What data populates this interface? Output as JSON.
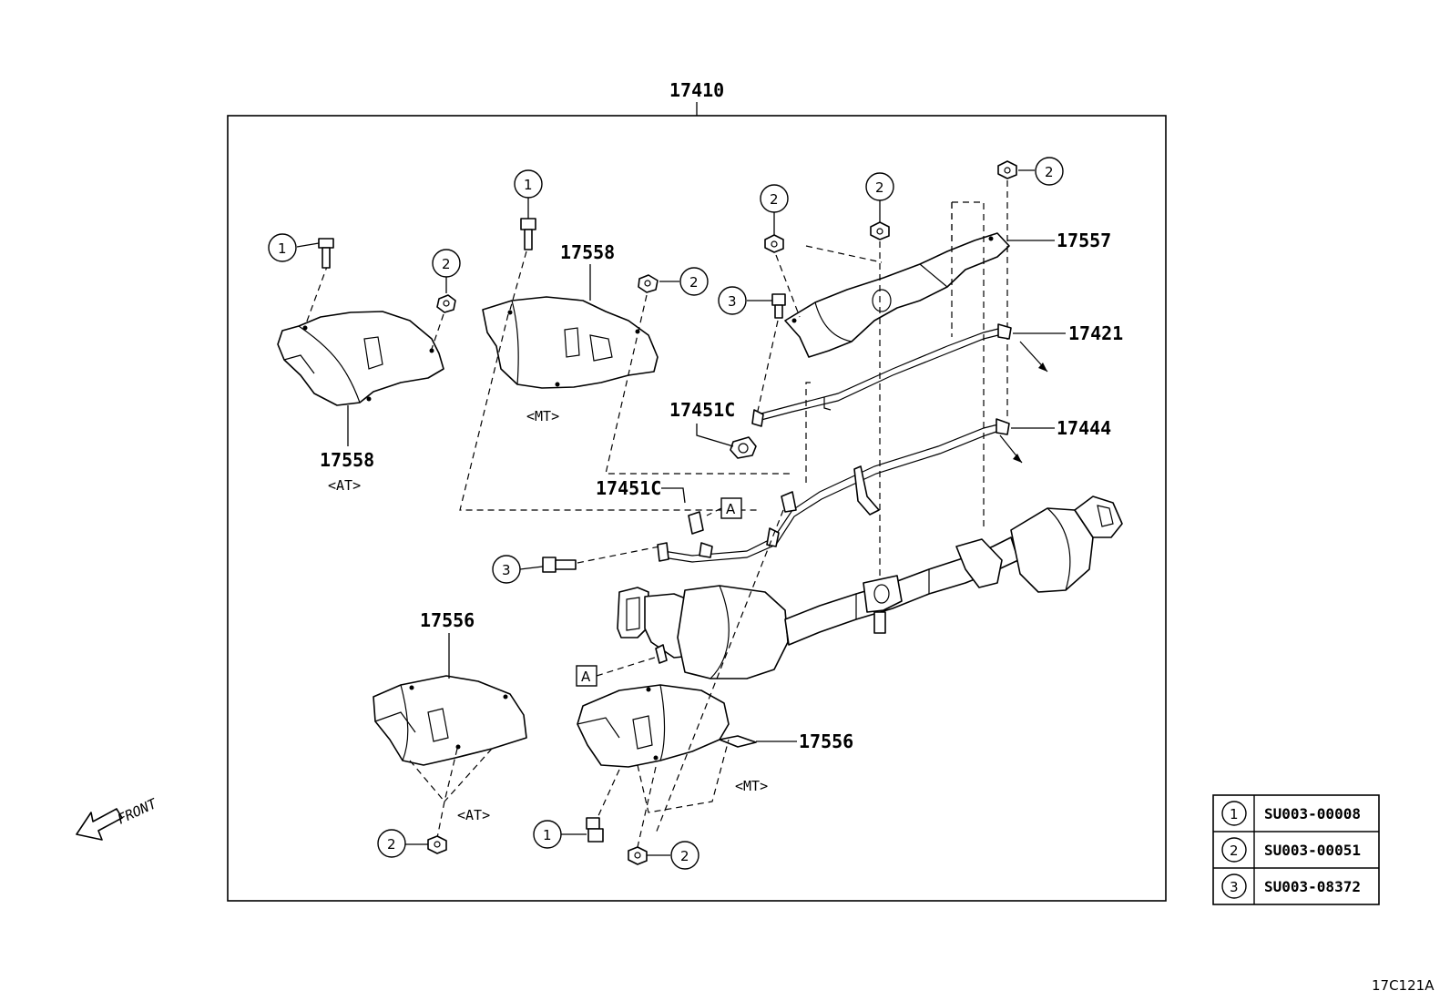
{
  "assembly": {
    "part_number": "17410"
  },
  "parts": {
    "heat_insulator_at_top": {
      "number": "17558",
      "variant": "<AT>"
    },
    "heat_insulator_mt_top": {
      "number": "17558",
      "variant": "<MT>"
    },
    "heat_insulator_rear": {
      "number": "17557"
    },
    "bracket_upper": {
      "number": "17421"
    },
    "bracket_lower": {
      "number": "17444"
    },
    "gasket_upper": {
      "number": "17451C"
    },
    "gasket_lower": {
      "number": "17451C"
    },
    "heat_insulator_at_bottom": {
      "number": "17556",
      "variant": "<AT>"
    },
    "heat_insulator_mt_bottom": {
      "number": "17556",
      "variant": "<MT>"
    }
  },
  "refs": {
    "a": "A",
    "one": "1",
    "two": "2",
    "three": "3"
  },
  "front_label": "FRONT",
  "legend": [
    {
      "ref": "1",
      "part_number": "SU003-00008"
    },
    {
      "ref": "2",
      "part_number": "SU003-00051"
    },
    {
      "ref": "3",
      "part_number": "SU003-08372"
    }
  ],
  "illustration_code": "17C121A"
}
